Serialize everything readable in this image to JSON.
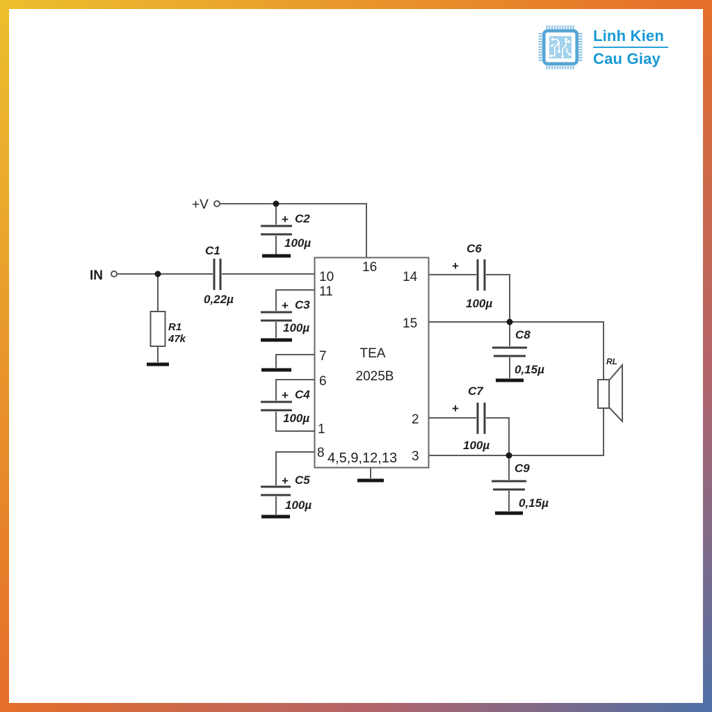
{
  "logo": {
    "line1": "Linh Kien",
    "line2": "Cau Giay"
  },
  "circuit": {
    "power_label": "+V",
    "input_label": "IN",
    "ic": {
      "line1": "TEA",
      "line2": "2025B",
      "pin16": "16",
      "pin10": "10",
      "pin11": "11",
      "pin7": "7",
      "pin6": "6",
      "pin1": "1",
      "pin8": "8",
      "pin14": "14",
      "pin15": "15",
      "pin2": "2",
      "pin3": "3",
      "bottom_pins": "4,5,9,12,13"
    },
    "components": {
      "r1": {
        "name": "R1",
        "value": "47k"
      },
      "c1": {
        "name": "C1",
        "value": "0,22µ"
      },
      "c2": {
        "plus": "+",
        "name": "C2",
        "value": "100µ"
      },
      "c3": {
        "plus": "+",
        "name": "C3",
        "value": "100µ"
      },
      "c4": {
        "plus": "+",
        "name": "C4",
        "value": "100µ"
      },
      "c5": {
        "plus": "+",
        "name": "C5",
        "value": "100µ"
      },
      "c6": {
        "plus": "+",
        "name": "C6",
        "value": "100µ"
      },
      "c7": {
        "plus": "+",
        "name": "C7",
        "value": "100µ"
      },
      "c8": {
        "name": "C8",
        "value": "0,15µ"
      },
      "c9": {
        "name": "C9",
        "value": "0,15µ"
      },
      "rl": {
        "name": "RL"
      }
    }
  },
  "colors": {
    "frame_yellow": "#edc02e",
    "frame_orange": "#e56e2a",
    "frame_blue": "#4c70a7",
    "wire": "#5a5a5a",
    "text": "#1f1f1f",
    "logo_blue": "#189ad6"
  }
}
